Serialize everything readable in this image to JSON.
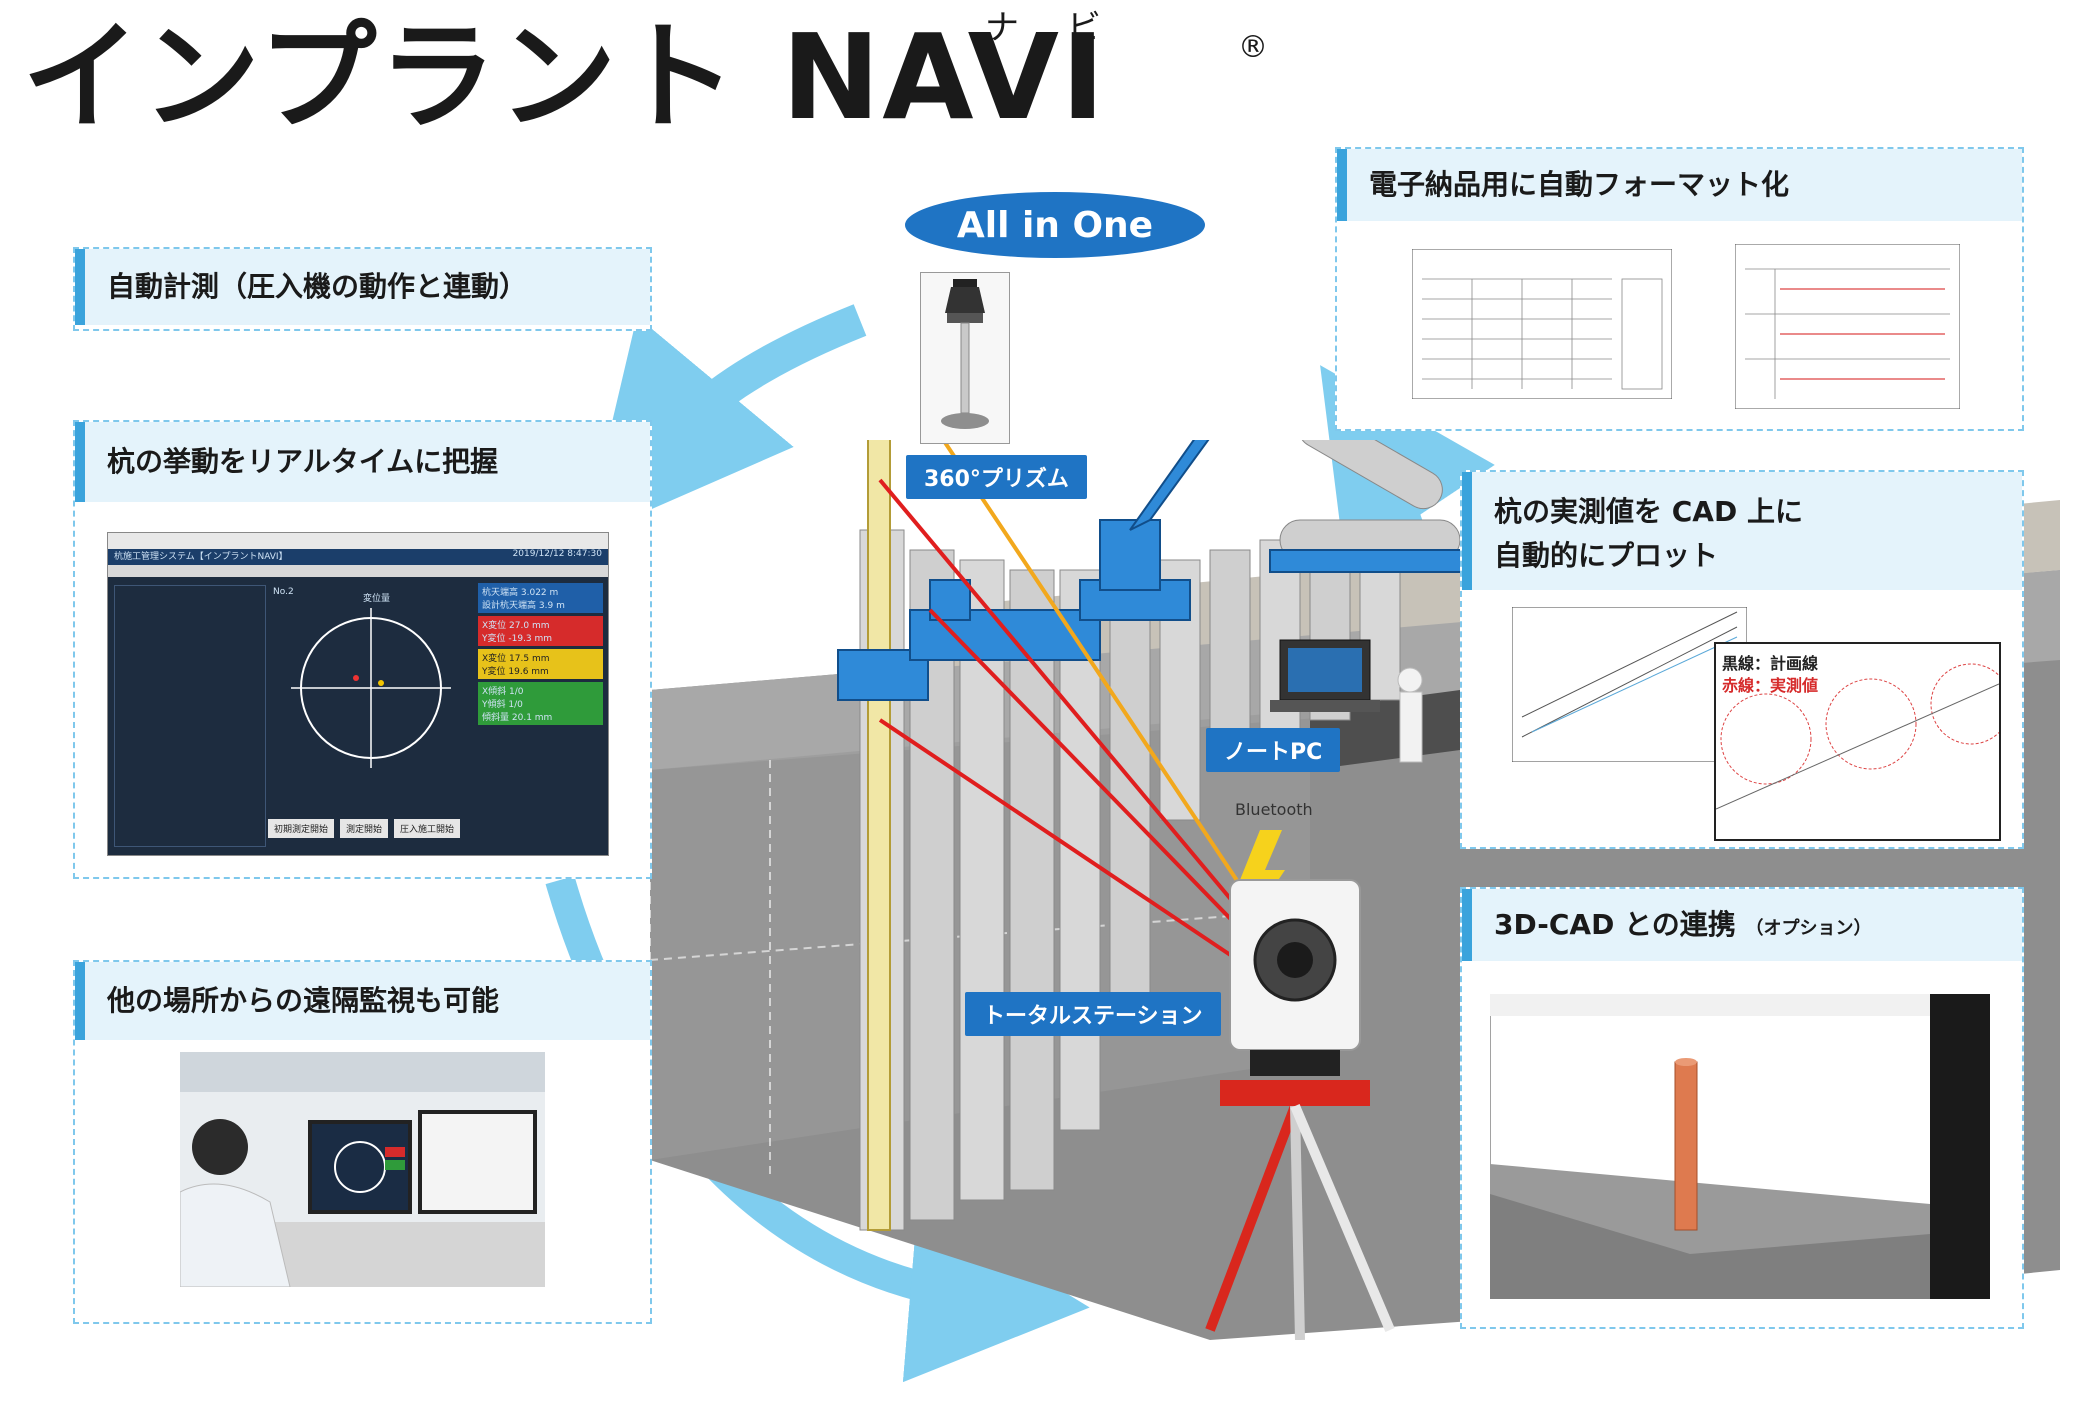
{
  "title": {
    "main": "インプラント NAVI",
    "ruby": "ナビ",
    "reg": "®"
  },
  "center": {
    "all_in_one": "All in One",
    "prism_label": "360°プリズム",
    "notepc_label": "ノートPC",
    "bluetooth_label": "Bluetooth",
    "total_station_label": "トータルステーション"
  },
  "panels": {
    "auto_measure": "自動計測（圧入機の動作と連動）",
    "realtime": "杭の挙動をリアルタイムに把握",
    "remote": "他の場所からの遠隔監視も可能",
    "format": "電子納品用に自動フォーマット化",
    "cad_plot_line1": "杭の実測値を CAD 上に",
    "cad_plot_line2": "自動的にプロット",
    "cad_plot_legend_black": "黒線：計画線",
    "cad_plot_legend_red": "赤線：実測値",
    "cad3d": "3D-CAD との連携",
    "cad3d_option": "（オプション）"
  },
  "app": {
    "window_title": "杭施工管理システム【インプラントNAVI】",
    "datetime": "2019/12/12 8:47:30",
    "pile_no": "No.2",
    "compass_label": "変位量",
    "values": [
      {
        "label": "杭天端高",
        "value": "3.022 m"
      },
      {
        "label": "設計杭天端高",
        "value": "3.9 m"
      },
      {
        "label": "X変位",
        "value": "27.0 mm"
      },
      {
        "label": "Y変位",
        "value": "-19.3 mm"
      },
      {
        "label": "X変位",
        "value": "17.5 mm"
      },
      {
        "label": "Y変位",
        "value": "19.6 mm"
      },
      {
        "label": "X傾斜",
        "value": "1/0"
      },
      {
        "label": "Y傾斜",
        "value": "1/0"
      },
      {
        "label": "傾斜量",
        "value": "20.1 mm"
      }
    ],
    "buttons": [
      "初期測定開始",
      "測定開始",
      "圧入施工開始"
    ]
  },
  "colors": {
    "accent": "#1f74c4",
    "panel_border": "#7fc8ec",
    "panel_head": "#e4f3fb",
    "arrow": "#7fcdef"
  }
}
